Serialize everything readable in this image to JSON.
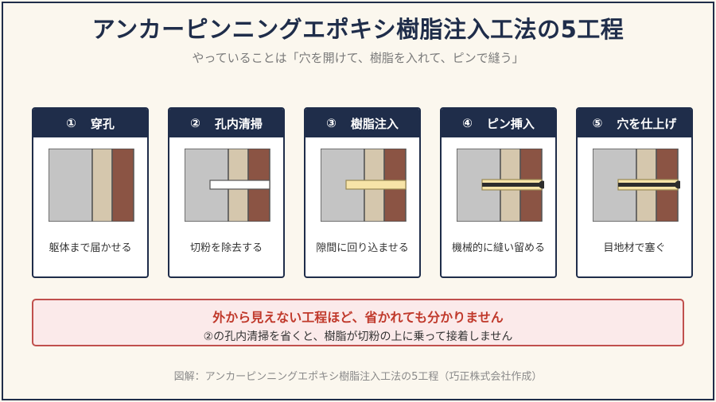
{
  "title": "アンカーピンニングエポキシ樹脂注入工法の5工程",
  "subtitle": "やっていることは「穴を開けて、樹脂を入れて、ピンで縫う」",
  "steps": [
    {
      "num": "①",
      "label": "穿孔",
      "caption": "躯体まで届かせる"
    },
    {
      "num": "②",
      "label": "孔内清掃",
      "caption": "切粉を除去する"
    },
    {
      "num": "③",
      "label": "樹脂注入",
      "caption": "隙間に回り込ませる"
    },
    {
      "num": "④",
      "label": "ピン挿入",
      "caption": "機械的に縫い留める"
    },
    {
      "num": "⑤",
      "label": "穴を仕上げ",
      "caption": "目地材で塞ぐ"
    }
  ],
  "warning": {
    "headline": "外から見えない工程ほど、省かれても分かりません",
    "detail": "②の孔内清掃を省くと、樹脂が切粉の上に乗って接着しません"
  },
  "footer": "図解：アンカーピンニングエポキシ樹脂注入工法の5工程（巧正株式会社作成）",
  "colors": {
    "navy": "#1f2d4a",
    "concrete": "#c4c4c4",
    "mortar": "#d5c7ad",
    "tile": "#8b5444",
    "resin": "#f7e4a8",
    "pin": "#2d2d2d",
    "warning": "#c0504d"
  }
}
